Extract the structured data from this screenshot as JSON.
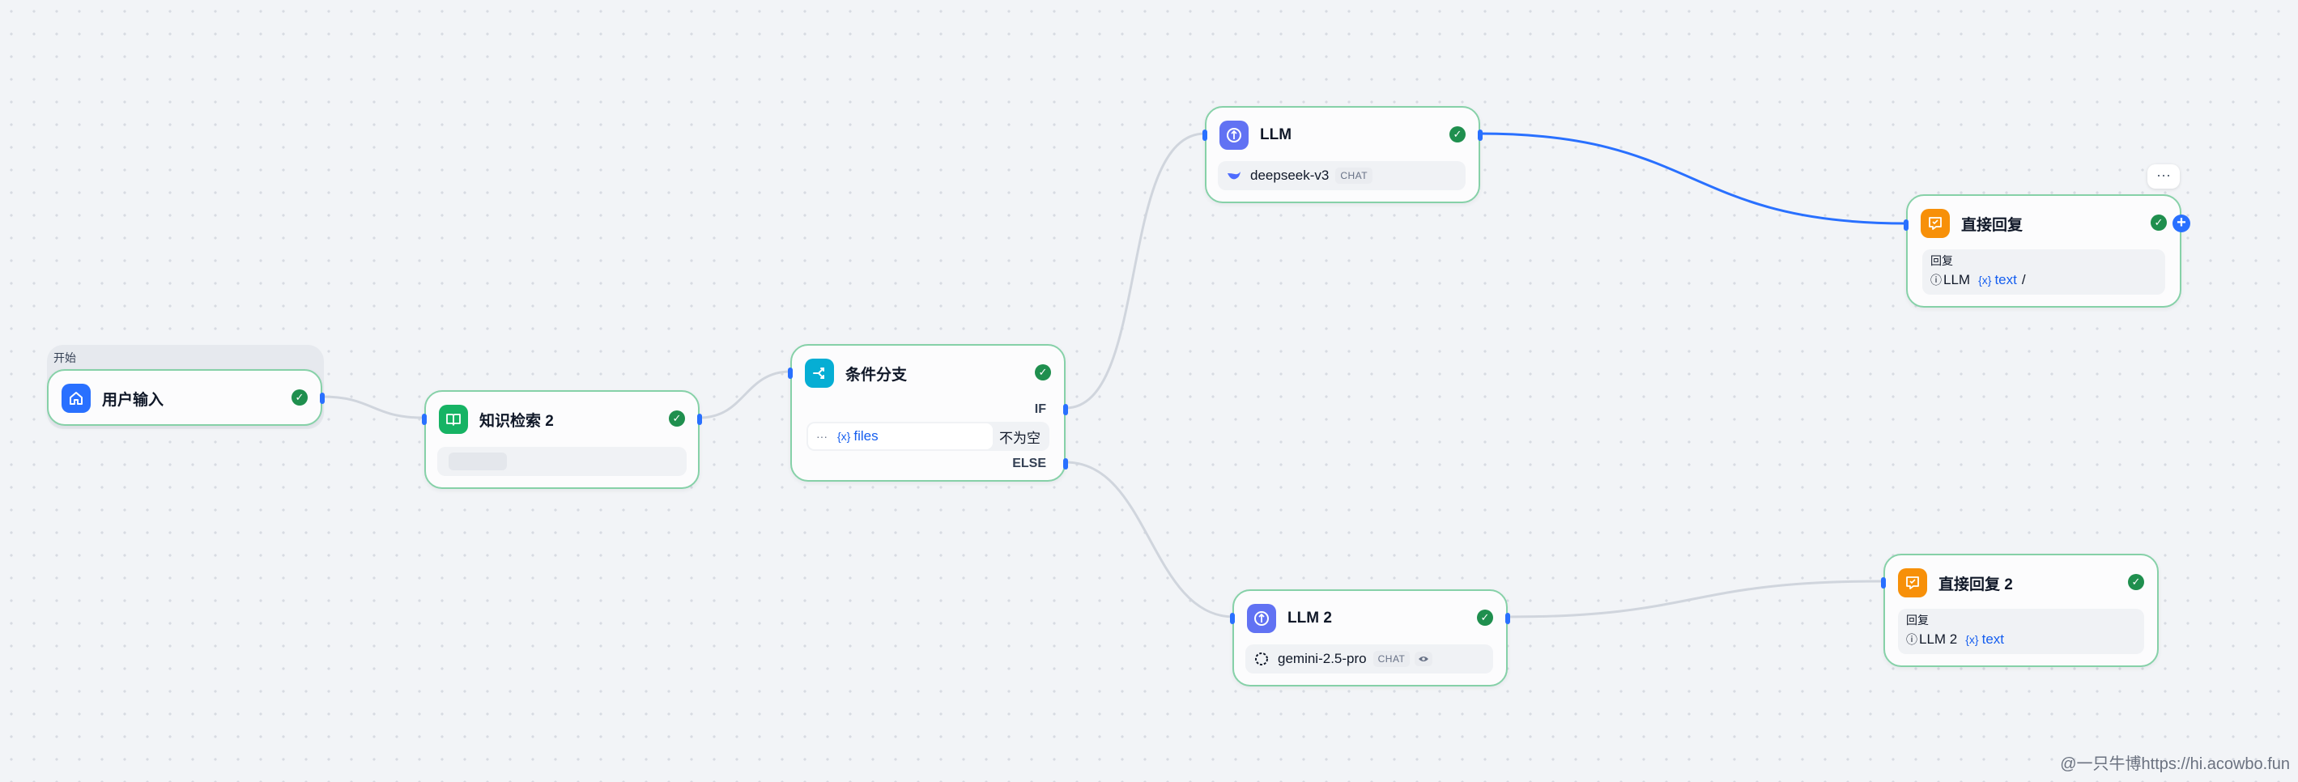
{
  "group": {
    "label": "开始"
  },
  "nodes": {
    "start": {
      "title": "用户输入"
    },
    "knowledge": {
      "title": "知识检索 2"
    },
    "ifelse": {
      "title": "条件分支",
      "if_label": "IF",
      "else_label": "ELSE",
      "condition": {
        "more": "···",
        "var_icon": "{x}",
        "var": "files",
        "operator": "不为空"
      }
    },
    "llm1": {
      "title": "LLM",
      "model": "deepseek-v3",
      "mode": "CHAT"
    },
    "llm2": {
      "title": "LLM 2",
      "model": "gemini-2.5-pro",
      "mode": "CHAT"
    },
    "answer1": {
      "title": "直接回复",
      "label": "回复",
      "ref_node": "LLM",
      "var_icon": "{x}",
      "var": "text",
      "suffix": "/",
      "more": "···",
      "add": "+"
    },
    "answer2": {
      "title": "直接回复 2",
      "label": "回复",
      "ref_node": "LLM 2",
      "var_icon": "{x}",
      "var": "text"
    }
  },
  "status": {
    "check": "✓"
  },
  "icons": [
    "home-icon",
    "book-icon",
    "branch-icon",
    "llm-icon",
    "deepseek-icon",
    "gemini-icon",
    "eye-icon",
    "reply-icon"
  ],
  "colors": {
    "start_icon": "#2970ff",
    "knowledge_icon": "#16b364",
    "ifelse_icon": "#06aed4",
    "llm_icon": "#6172f3",
    "answer_icon": "#f79009",
    "active_edge": "#2970ff",
    "idle_edge": "#d0d5dd",
    "node_border": "#86d1a8"
  },
  "watermark": "@一只牛博https://hi.acowbo.fun"
}
